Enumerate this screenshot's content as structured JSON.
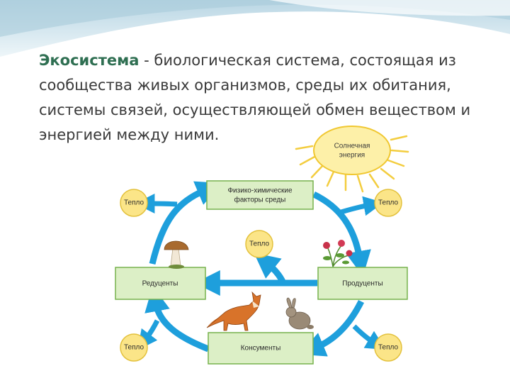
{
  "definition": {
    "term": "Экосистема",
    "text": " - биологическая система, состоящая из сообщества живых организмов, среды их обитания, системы связей, осуществляющей обмен веществом и энергией между ними."
  },
  "diagram": {
    "sun": {
      "line1": "Солнечная",
      "line2": "энергия"
    },
    "nodes": {
      "factors": {
        "line1": "Физико-химические",
        "line2": "факторы среды"
      },
      "reducers": "Редуценты",
      "producers": "Продуценты",
      "consumers": "Консументы"
    },
    "heat_label": "Тепло"
  },
  "colors": {
    "box_fill": "#dcefc6",
    "box_stroke": "#77b24d",
    "arrow": "#1e9fdc",
    "heat_fill": "#fbe588",
    "heat_stroke": "#e3c13c",
    "sun_fill": "#fdf0a8",
    "sun_stroke": "#f0c730"
  }
}
